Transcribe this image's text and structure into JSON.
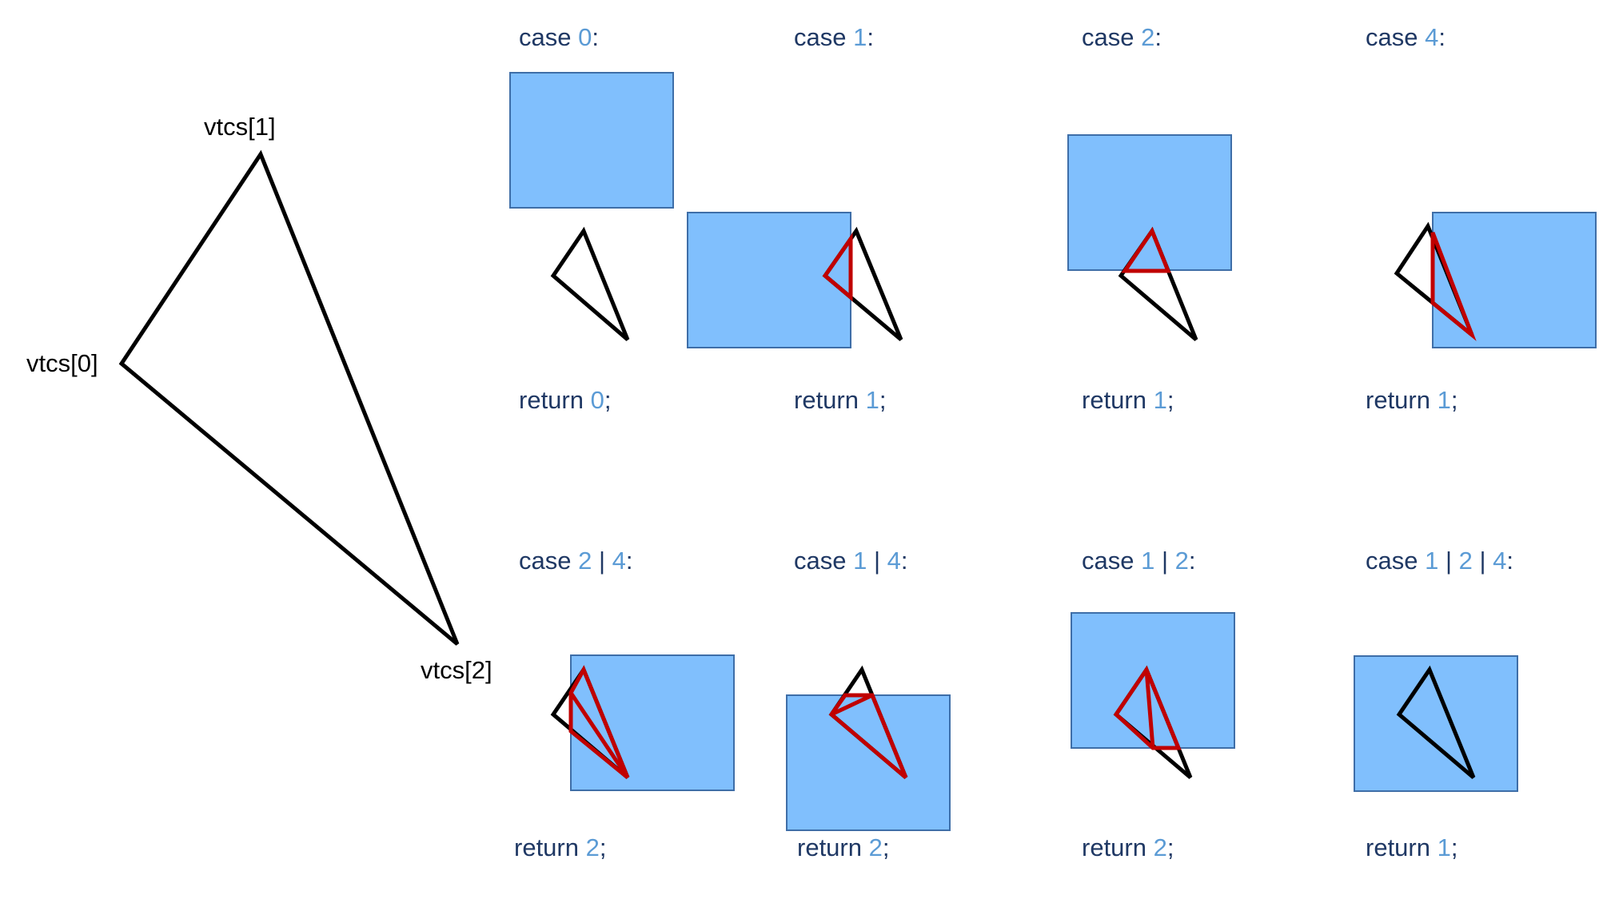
{
  "colors": {
    "region_fill": "#80bffd",
    "region_stroke": "#3e6ea8",
    "triangle": "#000000",
    "clipped": "#c00000",
    "keyword": "#1f3864",
    "number": "#5b9bd5"
  },
  "main_triangle": {
    "labels": [
      "vtcs[0]",
      "vtcs[1]",
      "vtcs[2]"
    ]
  },
  "cases": [
    {
      "id": "c0",
      "label_parts": [
        "case ",
        "0",
        ":"
      ],
      "return_parts": [
        "return ",
        "0",
        ";"
      ]
    },
    {
      "id": "c1",
      "label_parts": [
        "case ",
        "1",
        ":"
      ],
      "return_parts": [
        "return ",
        "1",
        ";"
      ]
    },
    {
      "id": "c2",
      "label_parts": [
        "case ",
        "2",
        ":"
      ],
      "return_parts": [
        "return ",
        "1",
        ";"
      ]
    },
    {
      "id": "c4",
      "label_parts": [
        "case ",
        "4",
        ":"
      ],
      "return_parts": [
        "return ",
        "1",
        ";"
      ]
    },
    {
      "id": "c24",
      "label_parts": [
        "case ",
        "2",
        " | ",
        "4",
        ":"
      ],
      "return_parts": [
        "return ",
        "2",
        ";"
      ]
    },
    {
      "id": "c14",
      "label_parts": [
        "case ",
        "1",
        " | ",
        "4",
        ":"
      ],
      "return_parts": [
        "return ",
        "2",
        ";"
      ]
    },
    {
      "id": "c12",
      "label_parts": [
        "case ",
        "1",
        " | ",
        "2",
        ":"
      ],
      "return_parts": [
        "return ",
        "2",
        ";"
      ]
    },
    {
      "id": "c124",
      "label_parts": [
        "case ",
        "1",
        " | ",
        "2",
        " | ",
        "4",
        ":"
      ],
      "return_parts": [
        "return ",
        "1",
        ";"
      ]
    }
  ]
}
